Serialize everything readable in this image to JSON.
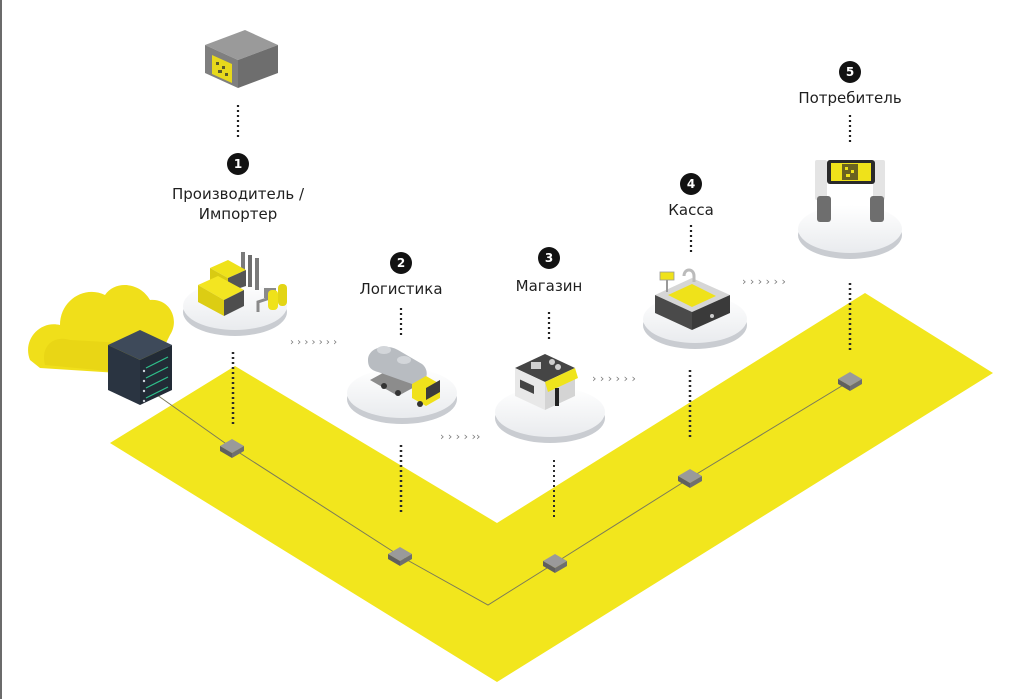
{
  "diagram": {
    "title": "",
    "colors": {
      "accent": "#f2e61d",
      "dark": "#121212",
      "node": "#8a8a8a",
      "server": "#2f3a48"
    },
    "stages": [
      {
        "number": "1",
        "label_line1": "Производитель /",
        "label_line2": "Импортер",
        "icon": "factory-icon"
      },
      {
        "number": "2",
        "label_line1": "Логистика",
        "label_line2": "",
        "icon": "tanker-truck-icon"
      },
      {
        "number": "3",
        "label_line1": "Магазин",
        "label_line2": "",
        "icon": "store-icon"
      },
      {
        "number": "4",
        "label_line1": "Касса",
        "label_line2": "",
        "icon": "cash-register-icon"
      },
      {
        "number": "5",
        "label_line1": "Потребитель",
        "label_line2": "",
        "icon": "phone-scan-icon"
      }
    ],
    "top_item": {
      "icon": "marked-box-icon"
    },
    "backend": {
      "icons": [
        "cloud-icon",
        "server-rack-icon"
      ]
    },
    "ledger_nodes": 5
  }
}
